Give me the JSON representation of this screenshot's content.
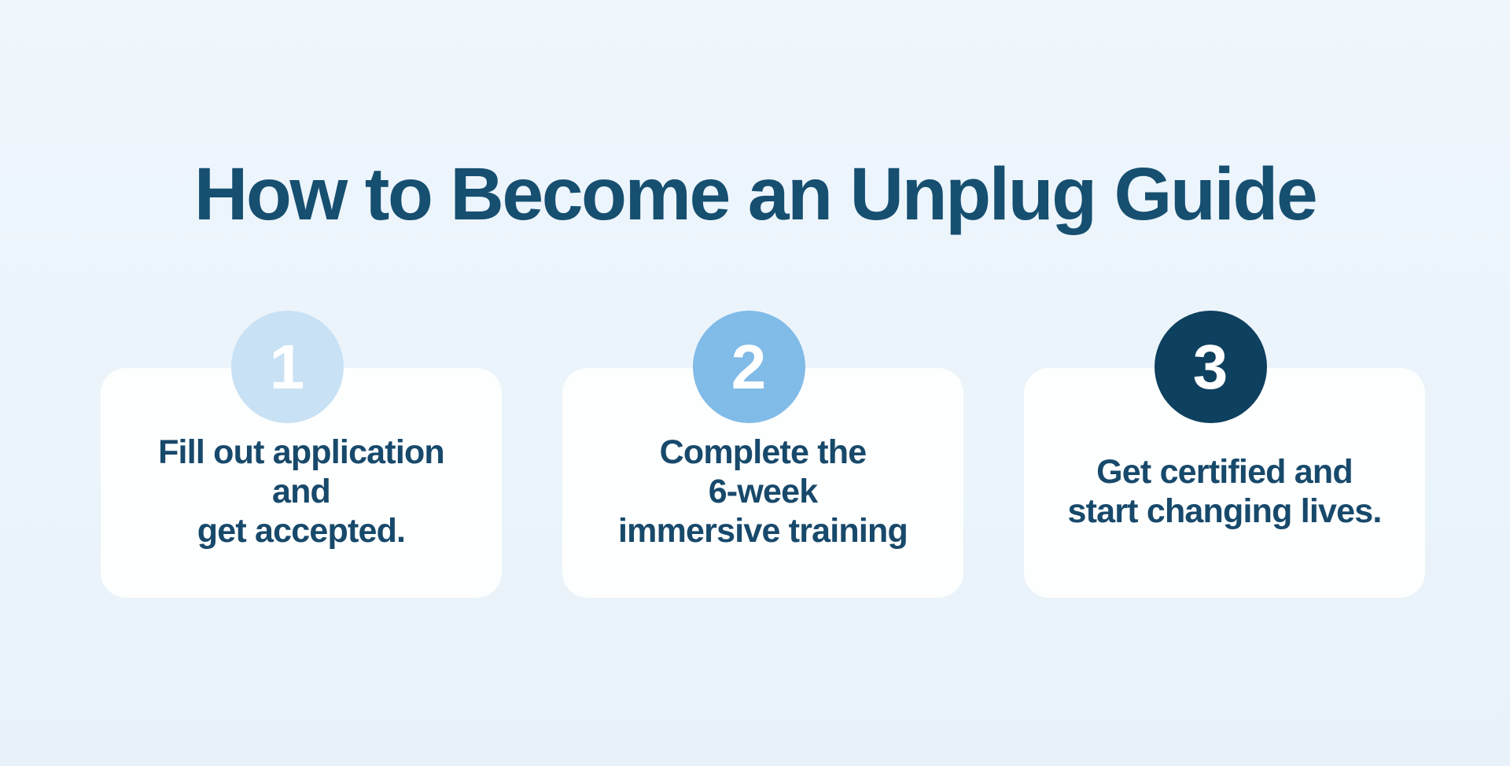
{
  "page": {
    "title": "How to Become an Unplug Guide",
    "background_color": "#ECF4FB",
    "title_color": "#164F70"
  },
  "card_style": {
    "background_color": "#FDFEFE",
    "text_color": "#17496B",
    "number_color": "#FFFFFF"
  },
  "steps": [
    {
      "number": "1",
      "circle_color": "#C8E1F4",
      "lines": [
        "Fill out application",
        "and",
        "get accepted."
      ]
    },
    {
      "number": "2",
      "circle_color": "#81BBE8",
      "lines": [
        "Complete the",
        "6-week",
        "immersive training"
      ]
    },
    {
      "number": "3",
      "circle_color": "#0E405F",
      "lines": [
        "Get certified and",
        "start changing lives."
      ]
    }
  ]
}
